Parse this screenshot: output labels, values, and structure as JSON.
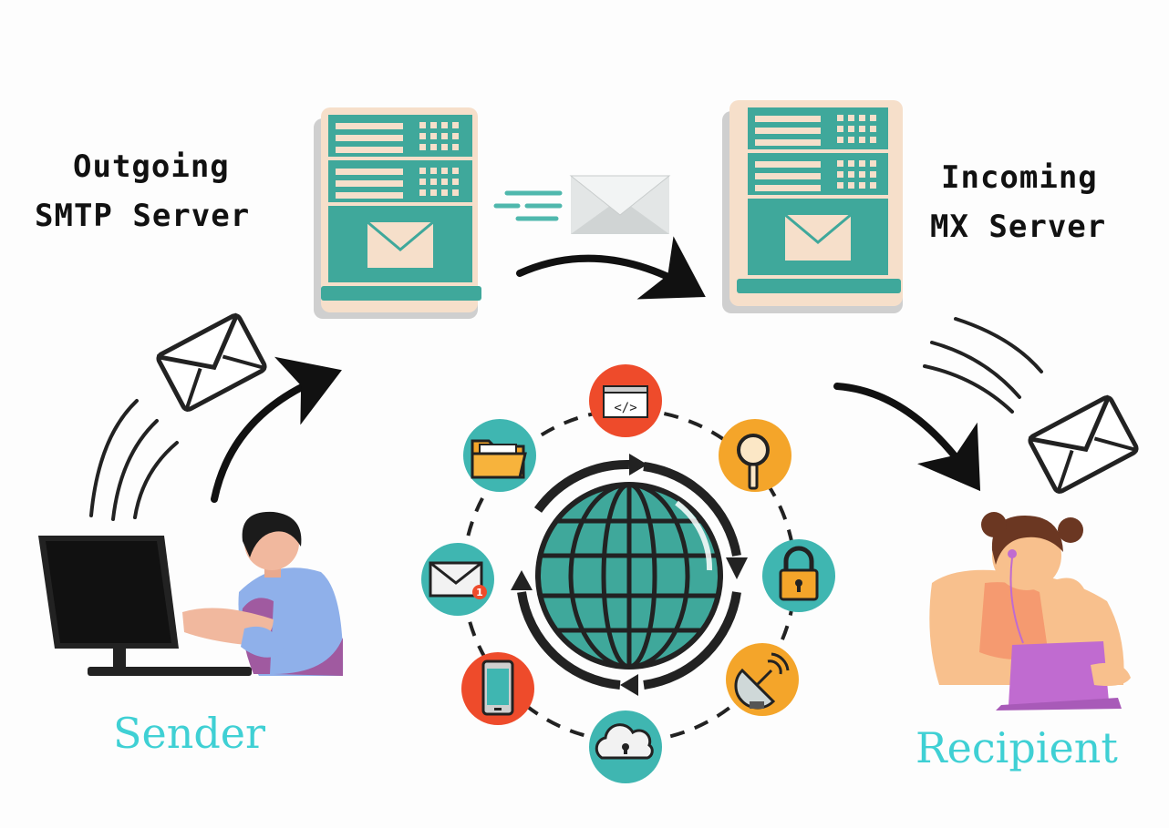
{
  "labels": {
    "outgoing": {
      "line1": "Outgoing",
      "line2": "SMTP Server"
    },
    "incoming": {
      "line1": "Incoming",
      "line2": "MX Server"
    },
    "sender": "Sender",
    "recipient": "Recipient"
  },
  "badges": {
    "mail_notification": "1"
  },
  "icons": {
    "ring": [
      "code-window-icon",
      "search-icon",
      "padlock-icon",
      "satellite-dish-icon",
      "cloud-lock-icon",
      "smartphone-icon",
      "mail-notification-icon",
      "folder-icon"
    ],
    "central": "globe-icon"
  },
  "colors": {
    "teal": "#3fa89b",
    "cream": "#f8e4d2",
    "label_cyan": "#3fd0d4",
    "orange": "#f4a52a",
    "red": "#ee4b2b",
    "ring_teal": "#3fb6b1"
  }
}
